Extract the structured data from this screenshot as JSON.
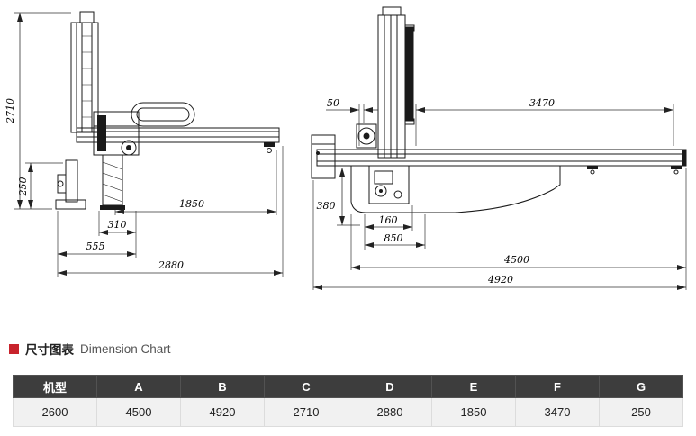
{
  "section": {
    "title_zh": "尺寸图表",
    "title_en": "Dimension Chart",
    "bullet_color": "#c8232c"
  },
  "drawing": {
    "left_view": {
      "dims": {
        "d2710": "2710",
        "d250": "250",
        "d1850": "1850",
        "d310": "310",
        "d555": "555",
        "d2880": "2880"
      }
    },
    "right_view": {
      "dims": {
        "d50": "50",
        "d3470": "3470",
        "d380": "380",
        "d160": "160",
        "d850": "850",
        "d4500": "4500",
        "d4920": "4920"
      }
    }
  },
  "table": {
    "headers": [
      "机型",
      "A",
      "B",
      "C",
      "D",
      "E",
      "F",
      "G"
    ],
    "row": [
      "2600",
      "4500",
      "4920",
      "2710",
      "2880",
      "1850",
      "3470",
      "250"
    ]
  }
}
